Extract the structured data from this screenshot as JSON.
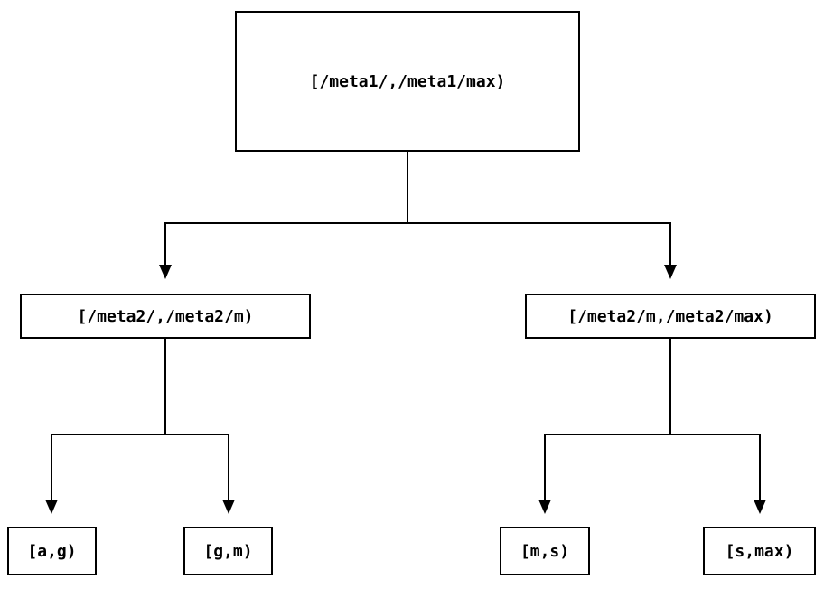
{
  "diagram": {
    "type": "binary-interval-tree",
    "background_color": "#ffffff",
    "line_color": "#000000",
    "box_border_color": "#000000",
    "text_color": "#000000",
    "nodes": {
      "root": {
        "label": "[/meta1/,/meta1/max)"
      },
      "left_mid": {
        "label": "[/meta2/,/meta2/m)"
      },
      "right_mid": {
        "label": "[/meta2/m,/meta2/max)"
      },
      "leaf_ag": {
        "label": "[a,g)"
      },
      "leaf_gm": {
        "label": "[g,m)"
      },
      "leaf_ms": {
        "label": "[m,s)"
      },
      "leaf_smax": {
        "label": "[s,max)"
      }
    },
    "edges": [
      {
        "from": "root",
        "to": "left_mid"
      },
      {
        "from": "root",
        "to": "right_mid"
      },
      {
        "from": "left_mid",
        "to": "leaf_ag"
      },
      {
        "from": "left_mid",
        "to": "leaf_gm"
      },
      {
        "from": "right_mid",
        "to": "leaf_ms"
      },
      {
        "from": "right_mid",
        "to": "leaf_smax"
      }
    ]
  }
}
